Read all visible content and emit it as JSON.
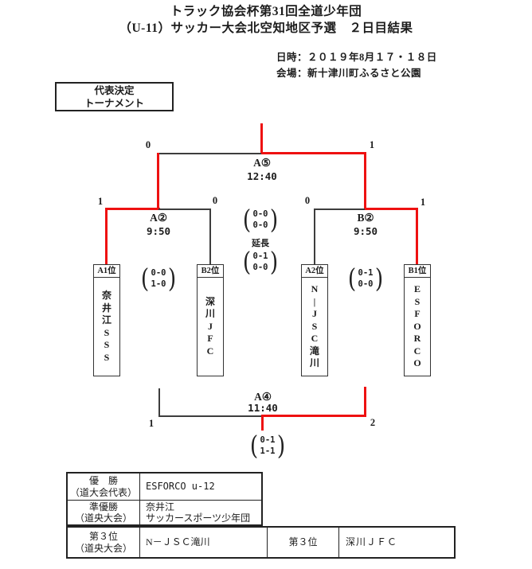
{
  "title": {
    "line1": "トラック協会杯第31回全道少年団",
    "line2": "（U-11）サッカー大会北空知地区予選　２日目結果"
  },
  "info": {
    "datetime": "日時：２０１９年8月１７・１８日",
    "venue": "会場：新十津川町ふるさと公園"
  },
  "bracket_header": {
    "line1": "代表決定",
    "line2": "トーナメント"
  },
  "matches": {
    "final": {
      "id": "A⑤",
      "time": "12:40",
      "left_score": "0",
      "right_score": "1"
    },
    "semi_left": {
      "id": "A②",
      "time": "9:50",
      "left_score": "1",
      "right_score": "0",
      "detail": [
        "0-0",
        "1-0"
      ]
    },
    "semi_right": {
      "id": "B②",
      "time": "9:50",
      "left_score": "0",
      "right_score": "1",
      "detail": [
        "0-1",
        "0-0"
      ]
    },
    "third": {
      "id": "A④",
      "time": "11:40",
      "left_score": "1",
      "right_score": "2",
      "detail": [
        "0-1",
        "1-1"
      ]
    }
  },
  "final_detail": {
    "regulation": [
      "0-0",
      "0-0"
    ],
    "extra_label": "延長",
    "extra": [
      "0-1",
      "0-0"
    ]
  },
  "teams": [
    {
      "seed": "A1位",
      "name": "奈井江SSS",
      "chars": [
        "奈",
        "井",
        "江",
        "S",
        "S",
        "S"
      ]
    },
    {
      "seed": "B2位",
      "name": "深川JFC",
      "chars": [
        "深",
        "川",
        "J",
        "F",
        "C"
      ]
    },
    {
      "seed": "A2位",
      "name": "N－JSC滝川",
      "chars": [
        "N",
        "|",
        "J",
        "S",
        "C",
        "滝",
        "川"
      ]
    },
    {
      "seed": "B1位",
      "name": "ESFORCO",
      "chars": [
        "E",
        "S",
        "F",
        "O",
        "R",
        "C",
        "O"
      ]
    }
  ],
  "results_table": {
    "row1": {
      "rank": "優　勝",
      "rank_sub": "（道大会代表）",
      "team": "ESFORCO u-12"
    },
    "row2": {
      "rank": "準優勝",
      "rank_sub": "（道央大会）",
      "team_line1": "奈井江",
      "team_line2": "サッカースポーツ少年団"
    },
    "row3": {
      "rank": "第３位",
      "rank_sub": "（道央大会）",
      "team": "N－ＪＳＣ滝川",
      "rank2": "第３位",
      "team2": "深川ＪＦＣ"
    }
  },
  "colors": {
    "winner_path_red": "#ee1111",
    "line_black": "#3d3d3d"
  }
}
